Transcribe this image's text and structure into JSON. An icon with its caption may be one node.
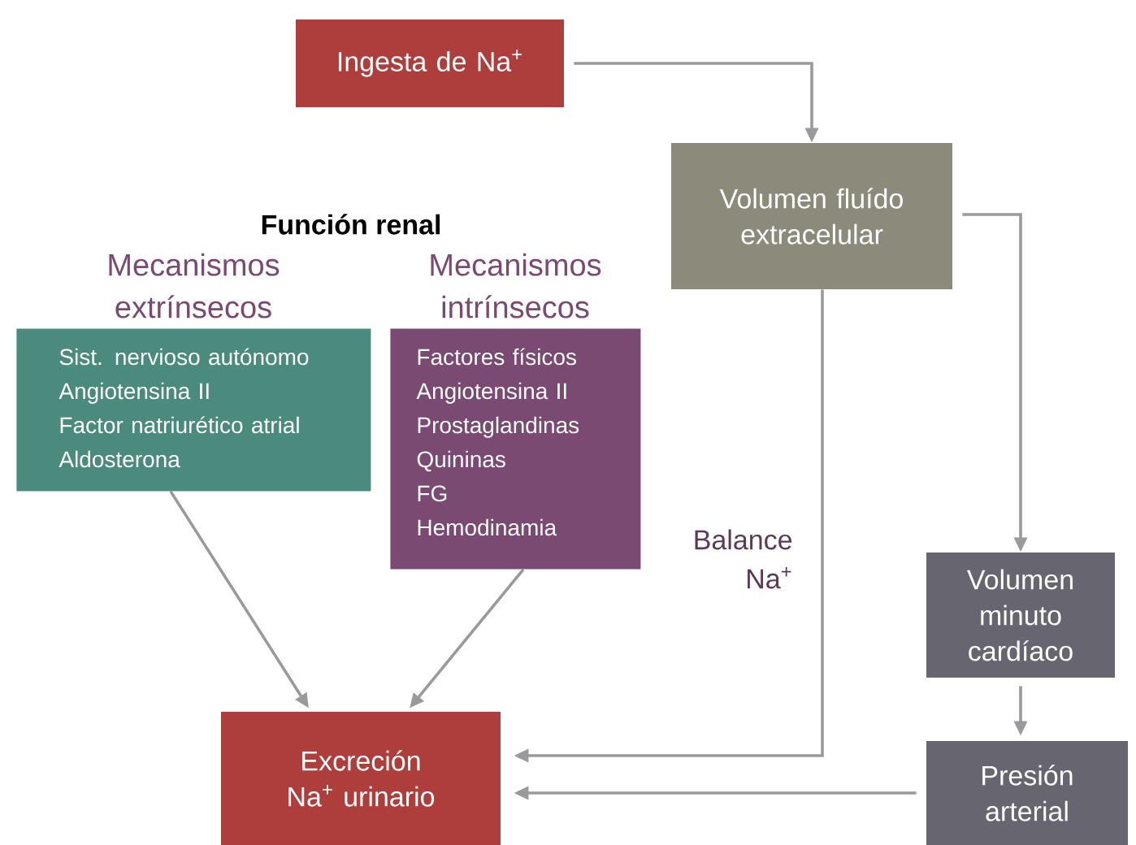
{
  "diagram": {
    "nodes": [
      {
        "text": [
          "Ingesta de Na$^{+}$"
        ]
      },
      {
        "text": [
          "Volumen fluído extracelular"
        ]
      },
      {
        "text": [
          "Mecanismos extrínsecos",
          "Sist. nervioso autónomo",
          "Angiotensina II",
          "Factor natriurético atrial",
          "Aldosterona"
        ]
      },
      {
        "text": [
          "Mecanismos intrínsecos",
          "Factores físicos",
          "Angiotensina II",
          "Prostaglandinas",
          "Quininas",
          "FG",
          "Hemodinamia"
        ]
      },
      {
        "text": [
          "Excreción Na$^{+}$ urinario"
        ]
      },
      {
        "text": [
          "Volumen minuto cardíaco"
        ]
      },
      {
        "text": [
          "Presión arterial"
        ]
      }
    ],
    "edges": [
      {
        "from": 0,
        "to": 1,
        "arrow": "to"
      },
      {
        "from": 1,
        "to": 5,
        "arrow": "to"
      },
      {
        "from": 1,
        "to": 4,
        "arrow": "to",
        "label": "Balance Na$^{+}$"
      },
      {
        "from": 2,
        "to": 4,
        "arrow": "to"
      },
      {
        "from": 3,
        "to": 4,
        "arrow": "to"
      },
      {
        "from": 5,
        "to": 6,
        "arrow": "to"
      },
      {
        "from": 6,
        "to": 4,
        "arrow": "to"
      }
    ],
    "labels": [
      "Función renal"
    ]
  }
}
